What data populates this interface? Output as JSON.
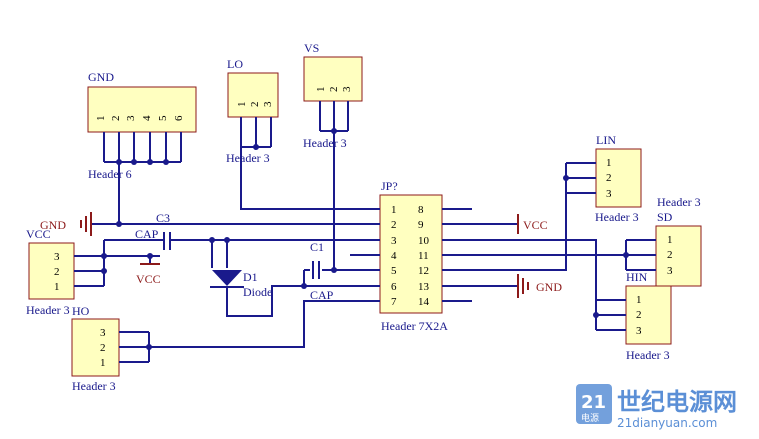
{
  "header6": {
    "ref": "GND",
    "name": "Header 6",
    "pins": [
      "1",
      "2",
      "3",
      "4",
      "5",
      "6"
    ]
  },
  "lo": {
    "ref": "LO",
    "name": "Header 3",
    "pins": [
      "1",
      "2",
      "3"
    ]
  },
  "vs": {
    "ref": "VS",
    "name": "Header 3",
    "pins": [
      "1",
      "2",
      "3"
    ]
  },
  "lin": {
    "ref": "LIN",
    "name": "Header 3",
    "pins": [
      "1",
      "2",
      "3"
    ]
  },
  "sd": {
    "ref": "SD",
    "name": "Header 3",
    "pins": [
      "1",
      "2",
      "3"
    ]
  },
  "hin": {
    "ref": "HIN",
    "name": "Header 3",
    "pins": [
      "1",
      "2",
      "3"
    ]
  },
  "vcc_hdr": {
    "ref": "VCC",
    "name": "Header 3",
    "pins": [
      "3",
      "2",
      "1"
    ]
  },
  "ho_hdr": {
    "ref": "HO",
    "name": "Header 3",
    "pins": [
      "3",
      "2",
      "1"
    ]
  },
  "jp": {
    "ref": "JP?",
    "name": "Header 7X2A",
    "left": [
      "1",
      "2",
      "3",
      "4",
      "5",
      "6",
      "7"
    ],
    "right": [
      "8",
      "9",
      "10",
      "11",
      "12",
      "13",
      "14"
    ]
  },
  "c3": {
    "ref": "C3",
    "value": "CAP"
  },
  "c1": {
    "ref": "C1",
    "value": "CAP"
  },
  "d1": {
    "ref": "D1",
    "value": "Diode"
  },
  "nets": {
    "gnd_left": "GND",
    "gnd_right": "GND",
    "vcc_right": "VCC",
    "vcc_bottom": "VCC"
  },
  "watermark": {
    "brand": "世纪电源网",
    "url": "21dianyuan.com",
    "badge": "21",
    "badge_sub": "电源"
  }
}
